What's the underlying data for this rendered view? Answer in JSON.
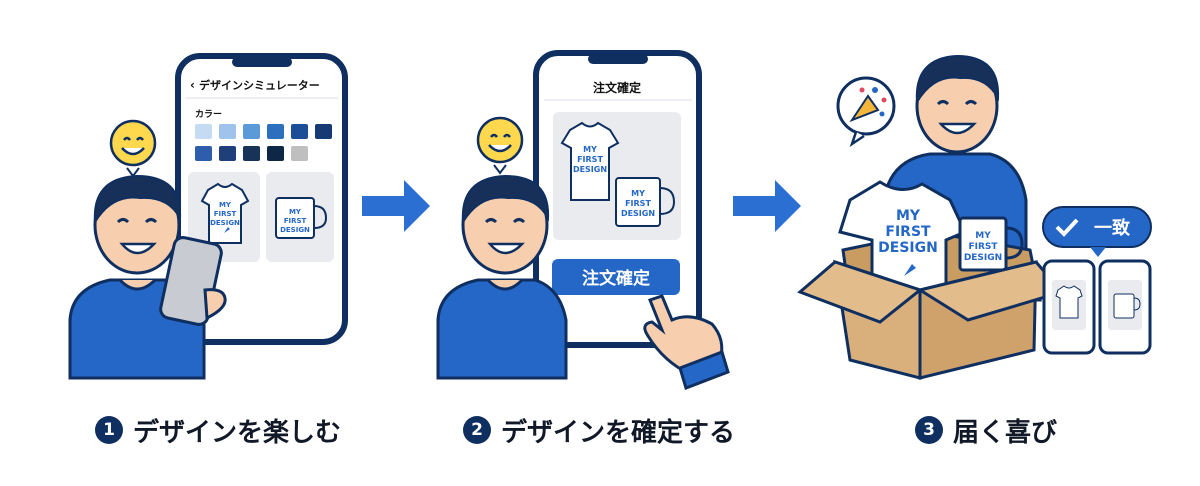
{
  "step1": {
    "number": "1",
    "caption": "デザインを楽しむ",
    "app_title": "デザインシミュレーター",
    "color_label": "カラー",
    "palette": [
      "#c5dbf3",
      "#9fc3ea",
      "#5b9ad9",
      "#2c6fbf",
      "#1d4f99",
      "#163a73",
      "#2e5dab",
      "#1e3f7a",
      "#173358",
      "#0f2747",
      "#bfbfbf"
    ],
    "shirt_text": [
      "MY",
      "FIRST",
      "DESIGN"
    ],
    "mug_text": [
      "MY",
      "FIRST",
      "DESIGN"
    ]
  },
  "step2": {
    "number": "2",
    "caption": "デザインを確定する",
    "screen_title": "注文確定",
    "button_label": "注文確定",
    "shirt_text": [
      "MY",
      "FIRST",
      "DESIGN"
    ],
    "mug_text": [
      "MY",
      "FIRST",
      "DESIGN"
    ]
  },
  "step3": {
    "number": "3",
    "caption": "届く喜び",
    "match_badge": "一致",
    "shirt_text": [
      "MY",
      "FIRST",
      "DESIGN"
    ],
    "mug_text": [
      "MY",
      "FIRST",
      "DESIGN"
    ]
  },
  "colors": {
    "navy": "#0f2f60",
    "blue": "#2a6fd1",
    "shirt_blue": "#2567c7",
    "skin": "#f7cfae",
    "hair": "#16305a",
    "box": "#d9b07c",
    "emoji": "#ffd84d"
  }
}
